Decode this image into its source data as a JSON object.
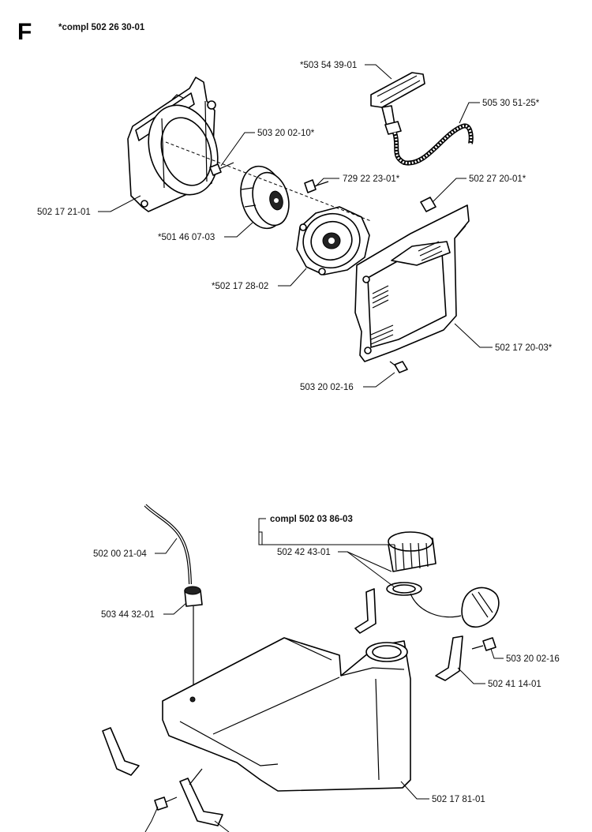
{
  "section_letter": "F",
  "assembly_title": "*compl 502 26 30-01",
  "upper_labels": {
    "handle": "*503 54 39-01",
    "rope": "505 30 51-25*",
    "screw_top": "503 20 02-10*",
    "screw_mid": "729 22 23-01*",
    "clip": "502 27 20-01*",
    "flywheel_cover": "502 17 21-01",
    "pulley": "*501 46 07-03",
    "spring_cassette": "*502 17 28-02",
    "starter_housing": "502 17 20-03*",
    "screw_bottom": "503 20 02-16"
  },
  "lower_labels": {
    "tank_cap_assembly": "compl 502 03 86-03",
    "oring": "502 42 43-01",
    "fuel_hose": "502 00 21-04",
    "filter": "503 44 32-01",
    "screw_right": "503 20 02-16",
    "bracket": "502 41 14-01",
    "fuel_tank": "502 17 81-01"
  }
}
